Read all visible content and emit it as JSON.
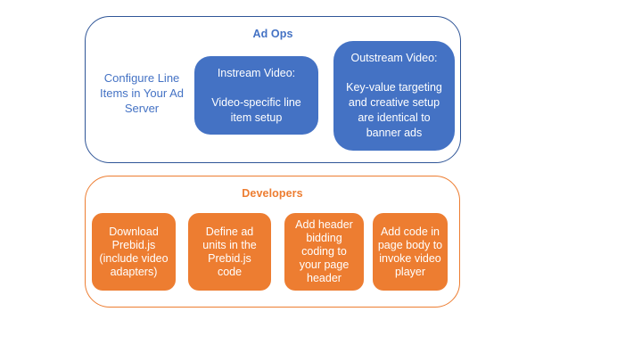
{
  "colors": {
    "background": "#FFFFFF",
    "blue_fill": "#4472C4",
    "blue_border": "#2F5597",
    "blue_title": "#4472C4",
    "orange": "#ED7D31",
    "box_text": "#FFFFFF"
  },
  "ad_ops": {
    "title": "Ad Ops",
    "side_note": "Configure Line\nItems in Your Ad\nServer",
    "boxes": [
      {
        "heading": "Instream Video:",
        "body": "Video-specific line\nitem setup"
      },
      {
        "heading": "Outstream Video:",
        "body": "Key-value targeting\nand creative setup\nare identical to\nbanner ads"
      }
    ]
  },
  "developers": {
    "title": "Developers",
    "steps": [
      {
        "label": "Download\nPrebid.js\n(include video\nadapters)"
      },
      {
        "label": "Define ad\nunits in the\nPrebid.js\ncode"
      },
      {
        "label": "Add header\nbidding\ncoding to\nyour page\nheader"
      },
      {
        "label": "Add code in\npage body to\ninvoke video\nplayer"
      }
    ]
  }
}
